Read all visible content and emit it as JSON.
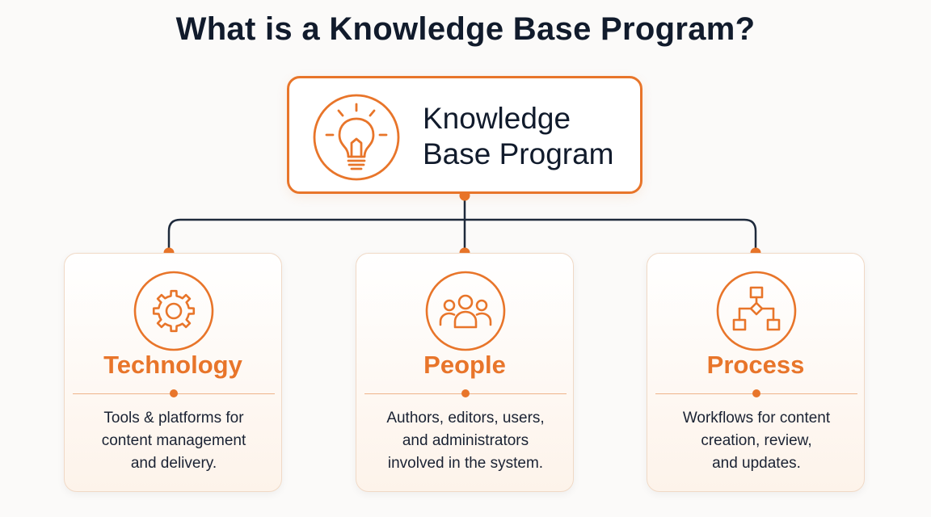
{
  "title": "What is a Knowledge Base Program?",
  "root": {
    "title_lines": [
      "Knowledge",
      "Base Program"
    ],
    "icon": "lightbulb-icon"
  },
  "pillars": [
    {
      "heading": "Technology",
      "icon": "gear-icon",
      "description_lines": [
        "Tools & platforms for",
        "content management",
        "and delivery."
      ]
    },
    {
      "heading": "People",
      "icon": "people-icon",
      "description_lines": [
        "Authors, editors, users,",
        "and administrators",
        "involved in the system."
      ]
    },
    {
      "heading": "Process",
      "icon": "flowchart-icon",
      "description_lines": [
        "Workflows for content",
        "creation, review,",
        "and updates."
      ]
    }
  ],
  "colors": {
    "accent": "#e8752a",
    "text": "#111b2c",
    "connector": "#1e2a3c",
    "background": "#fbfaf9"
  }
}
